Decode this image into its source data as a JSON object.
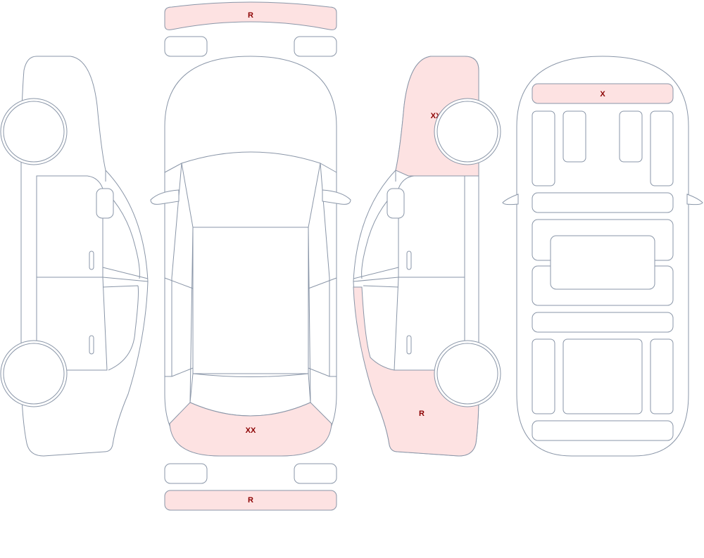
{
  "colors": {
    "outline": "#8a96a8",
    "damage_fill": "#fde2e2",
    "damage_text": "#8b0000",
    "background": "#ffffff"
  },
  "marks": {
    "front_bumper": "R",
    "front_section": "XX",
    "rear_bumper": "R",
    "right_front_fender": "XX",
    "right_rear_quarter": "R",
    "underbody_front": "X"
  }
}
